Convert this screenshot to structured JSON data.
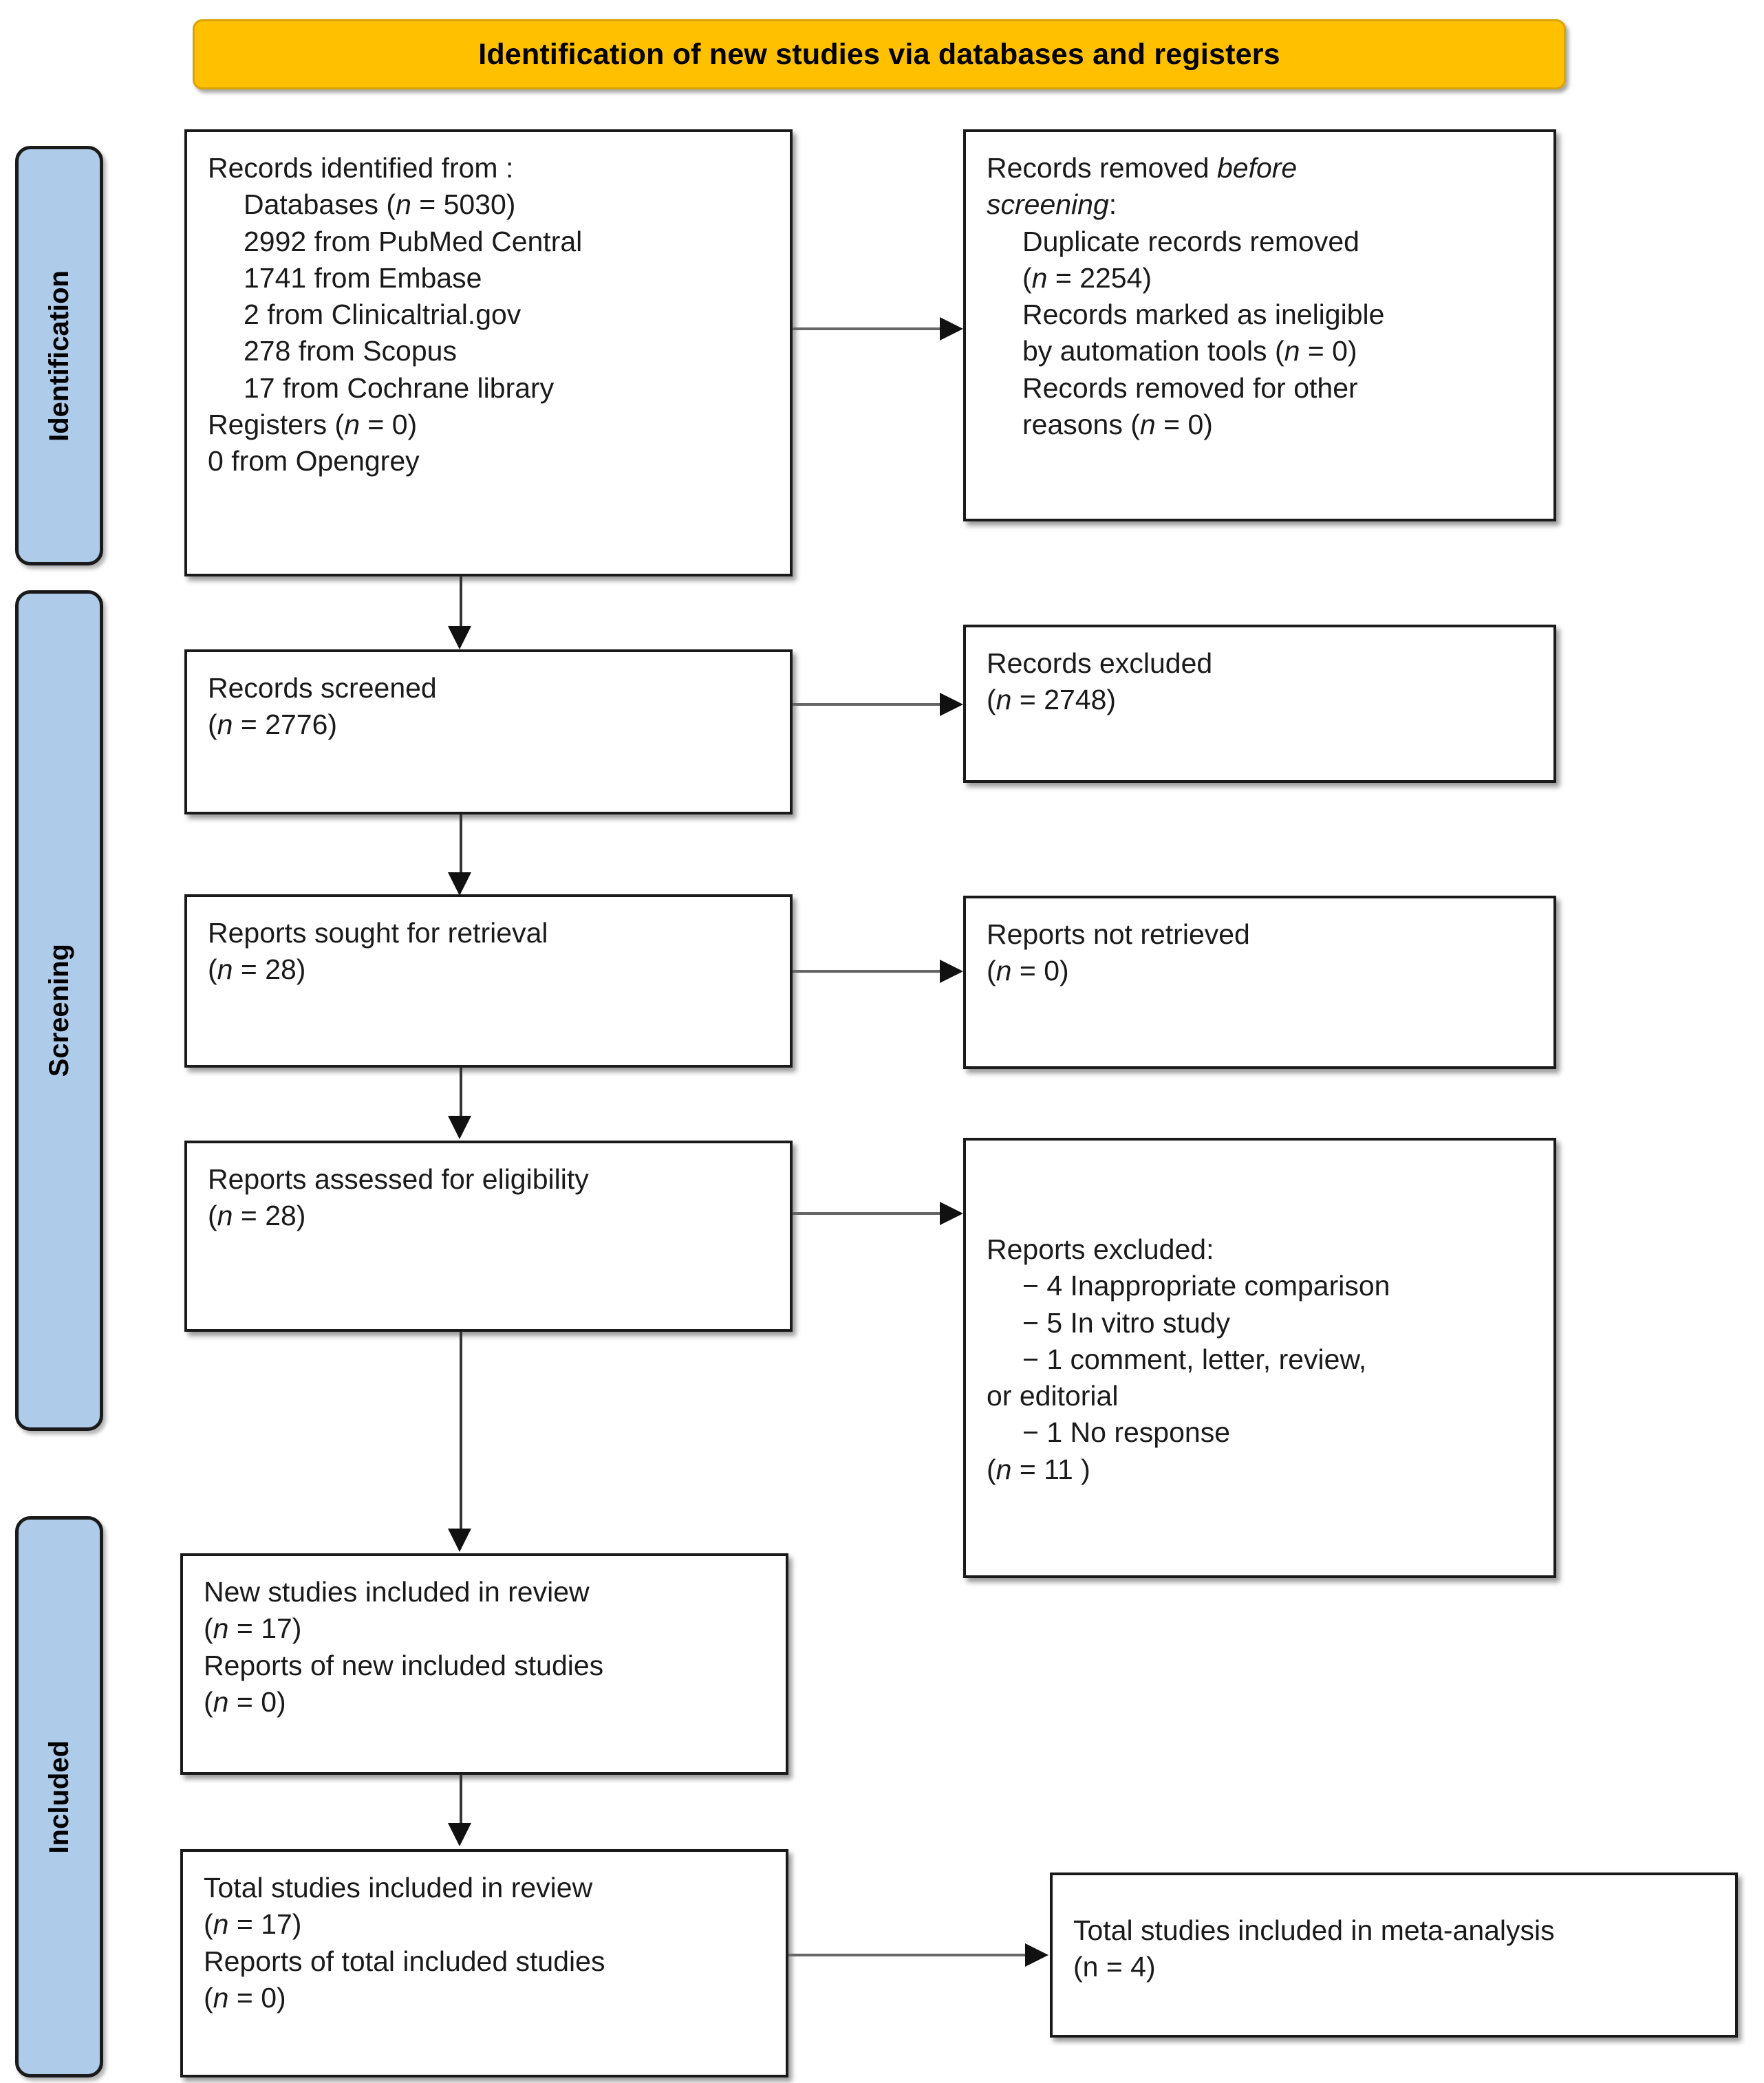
{
  "banner": {
    "title": "Identification of new studies via databases and registers"
  },
  "phases": [
    {
      "id": "identification",
      "label": "Identification"
    },
    {
      "id": "screening",
      "label": "Screening"
    },
    {
      "id": "included",
      "label": "Included"
    }
  ],
  "boxes": {
    "identified": {
      "heading": "Records identified from :",
      "lines": [
        "Databases (n = 5030)",
        "2992 from PubMed Central",
        "1741 from Embase",
        "2 from Clinicaltrial.gov",
        "278 from Scopus",
        "17 from Cochrane library",
        "Registers (n = 0)",
        "0 from Opengrey"
      ],
      "full_text": "Records identified from :\n    Databases (n = 5030)\n    2992 from PubMed Central\n    1741 from Embase\n    2 from Clinicaltrial.gov\n    278 from Scopus\n    17 from Cochrane library\n    Registers (n = 0)\n    0 from Opengrey"
    },
    "removed_before_screening": {
      "heading": "Records removed before screening:",
      "lines": [
        "Duplicate records removed (n = 2254)",
        "Records marked as ineligible by automation tools (n = 0)",
        "Records removed for other reasons (n = 0)"
      ],
      "full_text": "Records removed before\nscreening:\n    Duplicate records removed\n    (n = 2254)\n    Records marked as ineligible\n    by automation tools (n = 0)\n    Records removed for other\n    reasons (n = 0)"
    },
    "records_screened": {
      "label": "Records screened",
      "count": "(n = 2776)",
      "full_text": "Records screened\n(n = 2776)"
    },
    "records_excluded": {
      "label": "Records excluded",
      "count": "(n = 2748)",
      "full_text": "Records excluded\n(n = 2748)"
    },
    "reports_sought": {
      "label": "Reports sought for retrieval",
      "count": "(n = 28)",
      "full_text": "Reports sought for retrieval\n(n = 28)"
    },
    "reports_not_retrieved": {
      "label": "Reports not retrieved",
      "count": "(n = 0)",
      "full_text": "Reports not retrieved\n(n = 0)"
    },
    "reports_assessed": {
      "label": "Reports assessed for eligibility",
      "count": "(n = 28)",
      "full_text": "Reports assessed for eligibility\n(n = 28)"
    },
    "reports_excluded": {
      "heading": "Reports excluded:",
      "reasons": [
        "− 4 Inappropriate comparison",
        "− 5 In vitro study",
        "− 1 comment, letter, review, or editorial",
        "− 1 No response"
      ],
      "count": "(n = 11 )",
      "full_text": "Reports excluded:\n    − 4 Inappropriate comparison\n    − 5 In vitro study\n    − 1 comment, letter, review,\nor editorial\n    − 1 No response\n(n = 11 )"
    },
    "new_studies_included": {
      "label": "New studies included in review",
      "count": "(n = 17)",
      "reports_label": "Reports of new included studies",
      "reports_count": "(n = 0)",
      "full_text": "New studies included in review\n(n = 17)\nReports of new included studies\n(n = 0)"
    },
    "total_included": {
      "label": "Total studies included in review",
      "count": "(n = 17)",
      "reports_label": "Reports of total included studies",
      "reports_count": "(n = 0)",
      "full_text": "Total studies included in review\n(n = 17)\nReports of total included studies\n(n = 0)"
    },
    "meta_analysis": {
      "label": "Total studies included in meta-analysis",
      "count": "(n = 4)",
      "full_text": "Total studies included in meta-analysis\n(n = 4)"
    }
  },
  "colors": {
    "banner_fill": "#FFC000",
    "phase_fill": "#AECCEA",
    "box_border": "#1A1A1A",
    "connector": "#333333"
  }
}
